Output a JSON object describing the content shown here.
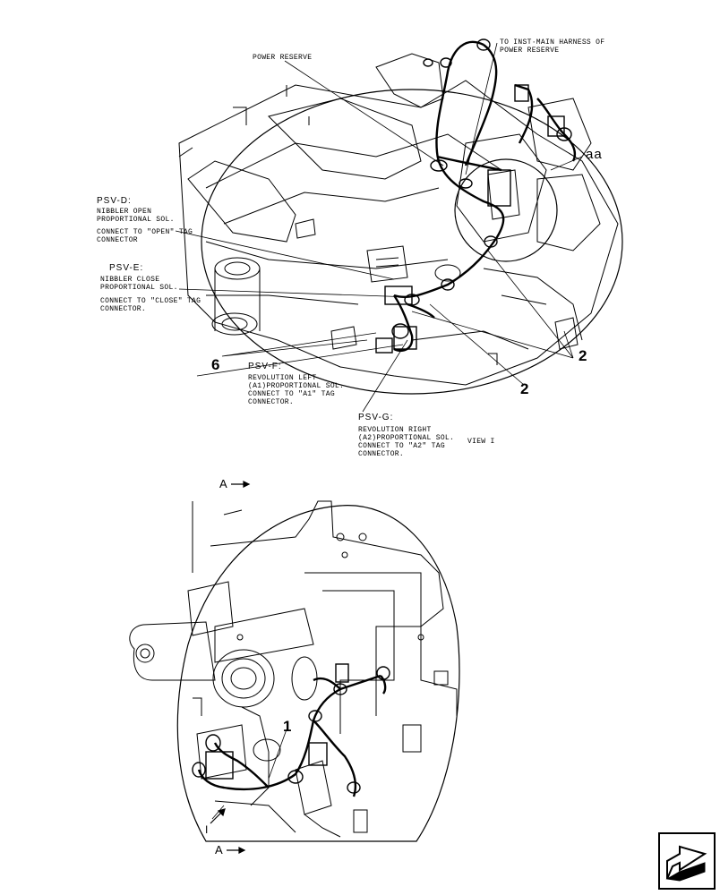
{
  "labels": {
    "power_reserve": "POWER RESERVE",
    "to_inst_main": "TO INST·MAIN HARNESS OF\nPOWER RESERVE",
    "detail_aa": "aa",
    "psv_d_title": "PSV-D:",
    "psv_d_desc": "NIBBLER OPEN\nPROPORTIONAL SOL.",
    "psv_d_conn": "CONNECT TO \"OPEN\" TAG\nCONNECTOR",
    "psv_e_title": "PSV-E:",
    "psv_e_desc": "NIBBLER CLOSE\nPROPORTIONAL SOL.",
    "psv_e_conn": "CONNECT TO \"CLOSE\" TAG\nCONNECTOR.",
    "psv_f_title": "PSV-F:",
    "psv_f_desc": "REVOLUTION LEFT\n(A1)PROPORTIONAL SOL.\nCONNECT TO \"A1\" TAG\nCONNECTOR.",
    "psv_g_title": "PSV-G:",
    "psv_g_desc": "REVOLUTION RIGHT\n(A2)PROPORTIONAL SOL.",
    "psv_g_conn": "CONNECT TO \"A2\" TAG\nCONNECTOR.",
    "view_label": "VIEW I",
    "section_a_top": "A",
    "section_a_bottom": "A",
    "view_marker": "I"
  },
  "callouts": {
    "c6": "6",
    "c2_right": "2",
    "c2_mid": "2",
    "c1": "1"
  },
  "nav": {
    "icon": "next-page-arrow-icon"
  }
}
